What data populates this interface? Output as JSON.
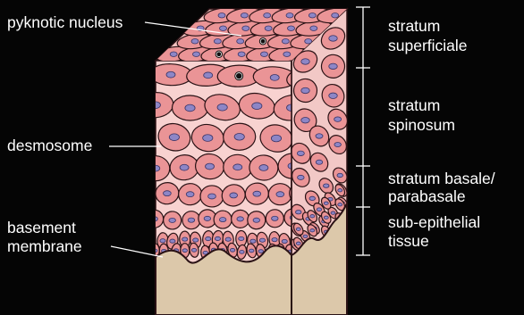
{
  "labels_left": {
    "pyknotic_nucleus": "pyknotic nucleus",
    "desmosome": "desmosome",
    "basement_membrane": [
      "basement",
      "membrane"
    ]
  },
  "layers_right": [
    {
      "key": "superficiale",
      "lines": [
        "stratum",
        "superficiale"
      ]
    },
    {
      "key": "spinosum",
      "lines": [
        "stratum",
        "spinosum"
      ]
    },
    {
      "key": "basale",
      "lines": [
        "stratum basale/",
        "parabasale"
      ]
    },
    {
      "key": "subepithelial",
      "lines": [
        "sub-epithelial",
        "tissue"
      ]
    }
  ],
  "colors": {
    "background": "#050505",
    "cell_fill": "#ea9496",
    "intercellular": "#f8d2d0",
    "nucleus": "#8d86c6",
    "pyknotic": "#111111",
    "connective_tissue": "#dcc8aa",
    "outline": "#2a1215",
    "label": "#ffffff"
  }
}
